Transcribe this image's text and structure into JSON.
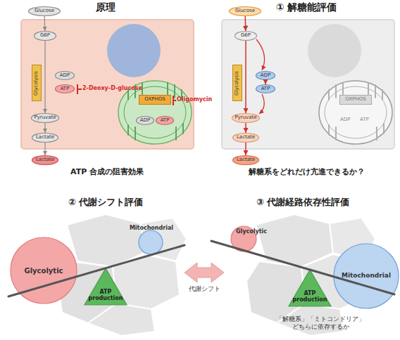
{
  "diagram": {
    "nodes": [
      {
        "text": [
          "Glucose"
        ]
      },
      {
        "text": [
          "G6P"
        ]
      },
      {
        "text": [
          "Glycolysis"
        ]
      },
      {
        "text": [
          "ADP"
        ]
      },
      {
        "text": [
          "ATP"
        ]
      },
      {
        "text": [
          "Pyruvate"
        ]
      },
      {
        "text": [
          "Lactate"
        ]
      },
      {
        "text": [
          "Lactate"
        ]
      },
      {
        "text": [
          "OXPHOS"
        ]
      },
      {
        "text": [
          "ADP"
        ]
      },
      {
        "text": [
          "ATP"
        ]
      },
      {
        "text": [
          "Glucose"
        ]
      },
      {
        "text": [
          "G6P"
        ]
      },
      {
        "text": [
          "Glycolysis"
        ]
      },
      {
        "text": [
          "ADP"
        ]
      },
      {
        "text": [
          "ATP"
        ]
      },
      {
        "text": [
          "Pyruvate"
        ]
      },
      {
        "text": [
          "Lactate"
        ]
      },
      {
        "text": [
          "Lactate"
        ]
      },
      {
        "text": [
          "OXPHOS"
        ]
      },
      {
        "text": [
          "Glycolytic"
        ]
      },
      {
        "text": [
          "Mitochondrial"
        ]
      },
      {
        "text": [
          "ATP production"
        ]
      },
      {
        "text": [
          "Glycolytic"
        ]
      },
      {
        "text": [
          "Mitochondrial"
        ]
      },
      {
        "text": [
          "ATP production"
        ]
      }
    ],
    "edges": [
      {
        "from": 0,
        "to": 1,
        "arrow": "to"
      },
      {
        "from": 1,
        "to": 5,
        "arrow": "to"
      },
      {
        "from": 5,
        "to": 6,
        "arrow": "to"
      },
      {
        "from": 6,
        "to": 7,
        "arrow": "to"
      },
      {
        "from": 11,
        "to": 12,
        "arrow": "to"
      },
      {
        "from": 12,
        "to": 16,
        "arrow": "to"
      },
      {
        "from": 16,
        "to": 17,
        "arrow": "to"
      },
      {
        "from": 17,
        "to": 18,
        "arrow": "to"
      },
      {
        "from": 14,
        "to": 15,
        "arrow": "to"
      }
    ],
    "labels": [
      "原理",
      "① 解糖能評価",
      "2-Deoxy-D-glucose",
      "Oligomycin",
      "ADP",
      "ATP",
      "ATP 合成の阻害効果",
      "解糖系をどれだけ亢進できるか？",
      "② 代謝シフト評価",
      "③ 代謝経路依存性評価",
      "代謝シフト",
      "「解糖系」「ミトコンドリア」 どちらに依存するか"
    ]
  }
}
